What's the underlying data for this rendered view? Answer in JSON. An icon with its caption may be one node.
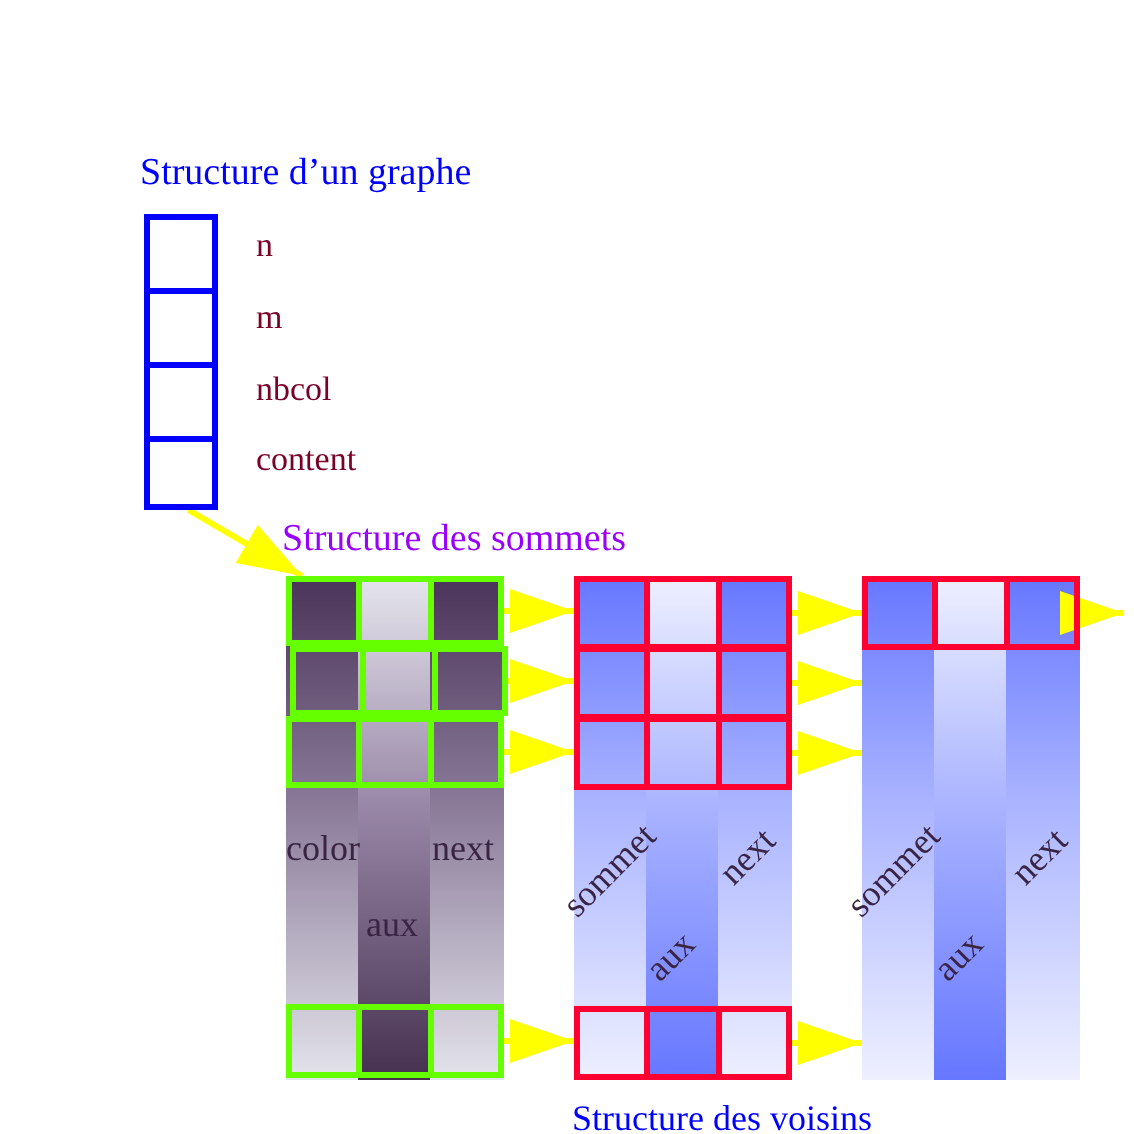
{
  "diagram": {
    "nodes": [
      {
        "text": [
          "Structure d’un graphe"
        ]
      },
      {
        "text": [],
        "shape": "box",
        "in": 0,
        "beside": [
          "n"
        ]
      },
      {
        "text": [],
        "shape": "box",
        "in": 0,
        "beside": [
          "m"
        ]
      },
      {
        "text": [],
        "shape": "box",
        "in": 0,
        "beside": [
          "nbcol"
        ]
      },
      {
        "text": [],
        "shape": "box",
        "in": 0,
        "beside": [
          "content"
        ]
      },
      {
        "text": [
          "Structure des sommets"
        ]
      },
      {
        "text": [],
        "shape": "box",
        "in": 5
      },
      {
        "text": [],
        "shape": "box",
        "in": 5
      },
      {
        "text": [],
        "shape": "box",
        "in": 5
      },
      {
        "text": [],
        "shape": "box",
        "in": 5
      },
      {
        "text": [
          "Structure des voisins"
        ]
      },
      {
        "text": [],
        "shape": "box",
        "in": 10
      },
      {
        "text": [],
        "shape": "box",
        "in": 10
      },
      {
        "text": [],
        "shape": "box",
        "in": 10
      },
      {
        "text": [],
        "shape": "box",
        "in": 10
      },
      {
        "text": [],
        "shape": "box"
      },
      {
        "text": [],
        "shape": "box",
        "in": 15
      }
    ],
    "edges": [
      {
        "from": 4,
        "to": 6,
        "arrow": "to"
      },
      {
        "from": 6,
        "to": 11,
        "arrow": "to"
      },
      {
        "from": 7,
        "to": 12,
        "arrow": "to"
      },
      {
        "from": 8,
        "to": 13,
        "arrow": "to"
      },
      {
        "from": 9,
        "to": 14,
        "arrow": "to"
      },
      {
        "from": 11,
        "to": 16,
        "arrow": "to"
      },
      {
        "from": 12,
        "to": 15,
        "arrow": "to"
      },
      {
        "from": 13,
        "to": 15,
        "arrow": "to"
      },
      {
        "from": 14,
        "to": 15,
        "arrow": "to"
      },
      {
        "from": 16,
        "to": null,
        "arrow": "to"
      }
    ],
    "labels": [
      "color",
      "aux",
      "next",
      "sommet",
      "aux",
      "next",
      "sommet",
      "aux",
      "next"
    ]
  }
}
